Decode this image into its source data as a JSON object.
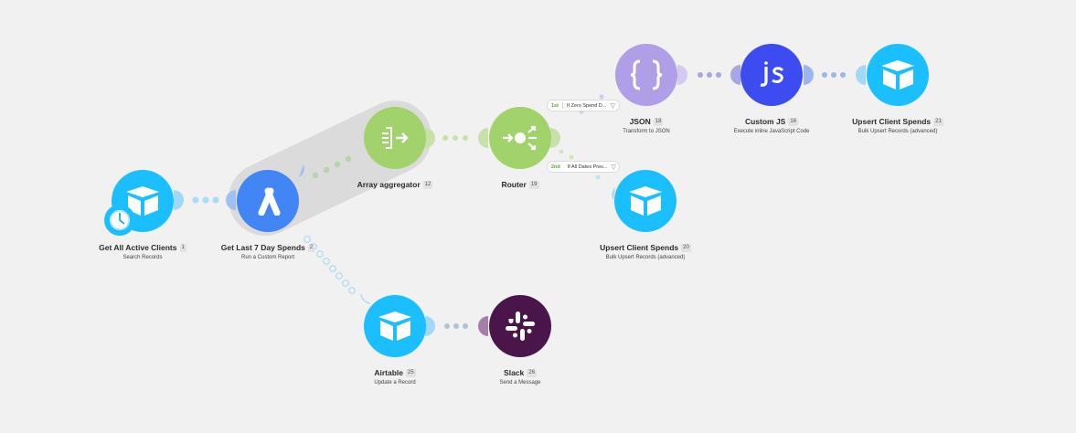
{
  "colors": {
    "airtable": "#1bbfff",
    "google_ads": "#4285f4",
    "flow_green": "#a2d26c",
    "json": "#b09ee6",
    "custom_js": "#3d4cf0",
    "slack": "#4a154b"
  },
  "nodes": [
    {
      "id": "get-all-active-clients",
      "title": "Get All Active Clients",
      "badge": "1",
      "subtitle": "Search Records",
      "icon": "airtable-icon"
    },
    {
      "id": "get-last-7-day-spends",
      "title": "Get Last 7 Day Spends",
      "badge": "2",
      "subtitle": "Run a Custom Report",
      "icon": "google-ads-icon"
    },
    {
      "id": "array-aggregator",
      "title": "Array aggregator",
      "badge": "12",
      "subtitle": "",
      "icon": "array-aggregator-icon"
    },
    {
      "id": "router",
      "title": "Router",
      "badge": "19",
      "subtitle": "",
      "icon": "router-icon"
    },
    {
      "id": "json",
      "title": "JSON",
      "badge": "18",
      "subtitle": "Transform to JSON",
      "icon": "json-braces-icon"
    },
    {
      "id": "custom-js",
      "title": "Custom JS",
      "badge": "16",
      "subtitle": "Execute inline JavaScript Code",
      "icon": "js-icon"
    },
    {
      "id": "upsert-client-spends-21",
      "title": "Upsert Client Spends",
      "badge": "21",
      "subtitle": "Bulk Upsert Records (advanced)",
      "icon": "airtable-icon"
    },
    {
      "id": "upsert-client-spends-20",
      "title": "Upsert Client Spends",
      "badge": "20",
      "subtitle": "Bulk Upsert Records (advanced)",
      "icon": "airtable-icon"
    },
    {
      "id": "airtable",
      "title": "Airtable",
      "badge": "25",
      "subtitle": "Update a Record",
      "icon": "airtable-icon"
    },
    {
      "id": "slack",
      "title": "Slack",
      "badge": "26",
      "subtitle": "Send a Message",
      "icon": "slack-icon"
    }
  ],
  "filters": [
    {
      "order": "1st",
      "label": "If Zero Spend D..."
    },
    {
      "order": "2nd",
      "label": "If All Dates Pres..."
    }
  ]
}
